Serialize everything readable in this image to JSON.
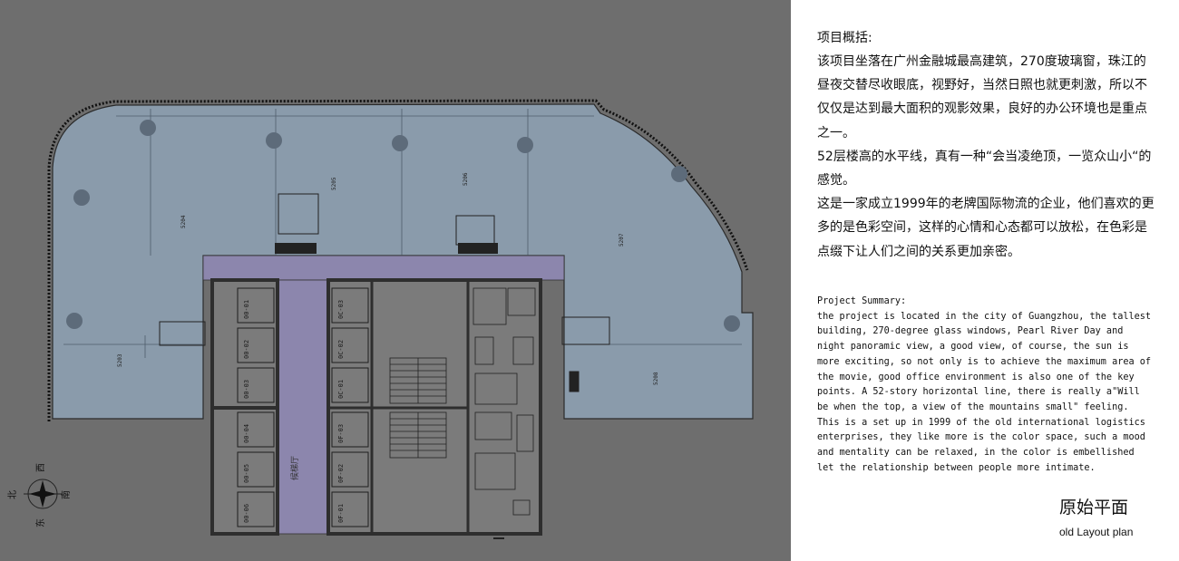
{
  "plan": {
    "rooms": [
      "5203",
      "5204",
      "5205",
      "5206",
      "5207",
      "5208"
    ],
    "lobby_label": "候梯厅",
    "units_left_col1": [
      "00-06",
      "00-05",
      "00-04",
      "00-03",
      "00-02",
      "00-01"
    ],
    "units_right_col1": [
      "0C-03",
      "0C-02",
      "0C-01",
      "0F-03",
      "0F-02",
      "0F-01"
    ],
    "compass": {
      "north": "北",
      "south": "南",
      "east": "东",
      "west": "西"
    },
    "colors": {
      "background": "#6e6e6e",
      "office_floor": "#8a9bab",
      "core_corridor": "#8c86ad",
      "core_walls": "#2e2e2e"
    }
  },
  "summary": {
    "zh_heading": "项目概括:",
    "zh_paragraphs": [
      "该项目坐落在广州金融城最高建筑，270度玻璃窗，珠江的昼夜交替尽收眼底，视野好，当然日照也就更刺激，所以不仅仅是达到最大面积的观影效果，良好的办公环境也是重点之一。",
      "52层楼高的水平线，真有一种“会当凌绝顶，一览众山小“的感觉。",
      "这是一家成立1999年的老牌国际物流的企业，他们喜欢的更多的是色彩空间，这样的心情和心态都可以放松，在色彩是点缀下让人们之间的关系更加亲密。"
    ],
    "en_heading": "Project Summary:",
    "en_body": " the project is located in the city of Guangzhou, the tallest building, 270-degree glass windows, Pearl River Day and night panoramic view, a good view, of course, the sun is more exciting, so not only is to achieve the maximum area of the movie, good office environment is also one of the key points. A 52-story horizontal line, there is really a\"Will be when the top, a view of the mountains small\" feeling. This is a set up in 1999 of the old international logistics enterprises, they like more is the color space, such a mood and mentality can be relaxed, in the color is embellished let the relationship between people more intimate."
  },
  "title": {
    "zh": "原始平面",
    "en": "old Layout plan"
  }
}
